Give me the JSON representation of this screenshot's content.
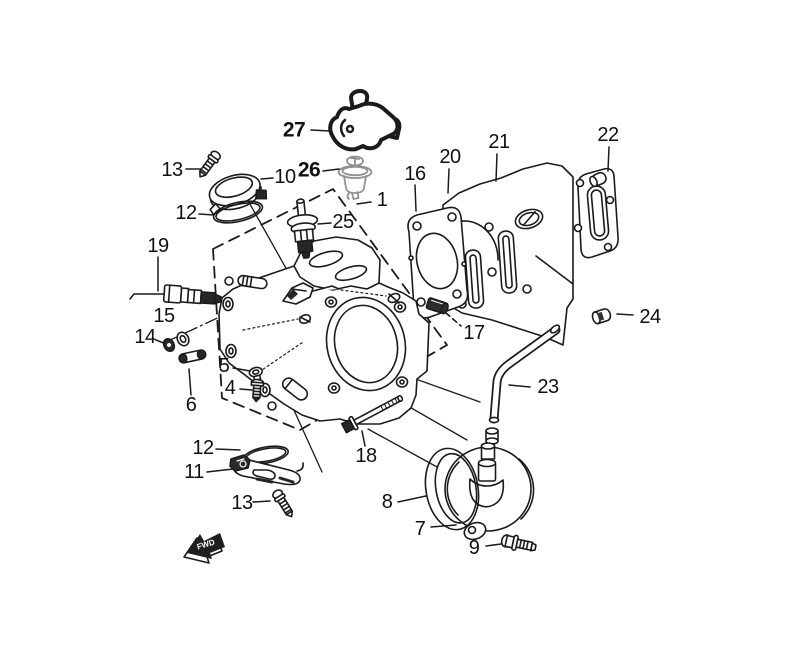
{
  "colors": {
    "background": "#ffffff",
    "line_art": "#1b1b1b",
    "thermostat_gray": "#909090"
  },
  "direction_marker": {
    "label": "FWD"
  },
  "callouts": [
    {
      "text": "27",
      "bold": true
    },
    {
      "text": "26",
      "bold": true
    },
    {
      "text": "13",
      "bold": false
    },
    {
      "text": "10",
      "bold": false
    },
    {
      "text": "12",
      "bold": false
    },
    {
      "text": "1",
      "bold": false
    },
    {
      "text": "25",
      "bold": false
    },
    {
      "text": "16",
      "bold": false
    },
    {
      "text": "20",
      "bold": false
    },
    {
      "text": "21",
      "bold": false
    },
    {
      "text": "22",
      "bold": false
    },
    {
      "text": "19",
      "bold": false
    },
    {
      "text": "15",
      "bold": false
    },
    {
      "text": "14",
      "bold": false
    },
    {
      "text": "5",
      "bold": false
    },
    {
      "text": "4",
      "bold": false
    },
    {
      "text": "6",
      "bold": false
    },
    {
      "text": "17",
      "bold": false
    },
    {
      "text": "24",
      "bold": false
    },
    {
      "text": "23",
      "bold": false
    },
    {
      "text": "18",
      "bold": false
    },
    {
      "text": "12",
      "bold": false
    },
    {
      "text": "11",
      "bold": false
    },
    {
      "text": "13",
      "bold": false
    },
    {
      "text": "8",
      "bold": false
    },
    {
      "text": "7",
      "bold": false
    },
    {
      "text": "9",
      "bold": false
    }
  ]
}
